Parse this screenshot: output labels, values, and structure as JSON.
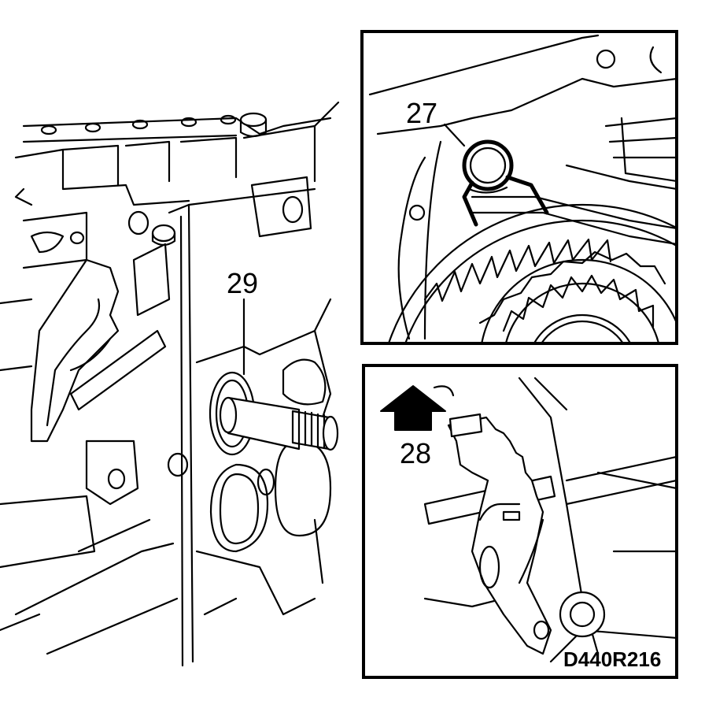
{
  "callouts": {
    "main_shaft": "29",
    "inset_top_spring": "27",
    "inset_bottom_lever": "28"
  },
  "reference_code": "D440R216",
  "colors": {
    "ink": "#000000",
    "paper": "#ffffff"
  },
  "icons": {
    "direction_arrow": "arrow-up-icon"
  }
}
